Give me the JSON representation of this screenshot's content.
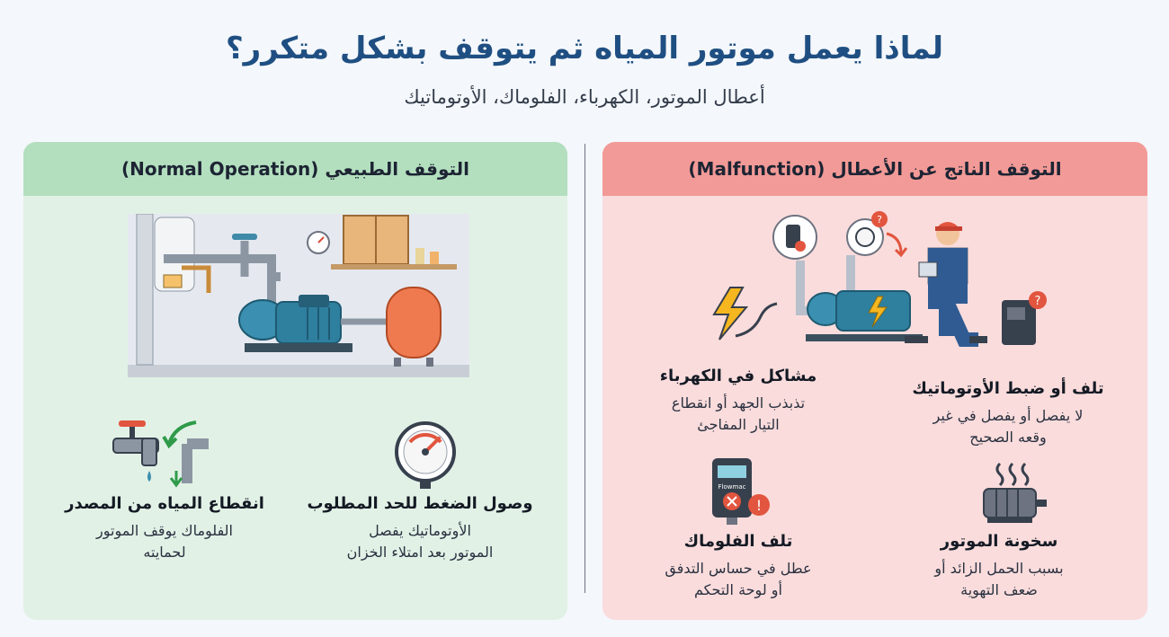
{
  "header": {
    "title": "لماذا يعمل موتور المياه ثم يتوقف بشكل متكرر؟",
    "subtitle": "أعطال الموتور، الكهرباء، الفلوماك، الأوتوماتيك"
  },
  "normal": {
    "heading": "التوقف الطبيعي (Normal Operation)",
    "icons": [
      "pump-room-illustration",
      "pressure-gauge-icon",
      "faucet-pipe-icon"
    ],
    "items": [
      {
        "title": "وصول الضغط للحد المطلوب",
        "desc": [
          "الأوتوماتيك يفصل",
          "الموتور بعد امتلاء الخزان"
        ]
      },
      {
        "title": "انقطاع المياه من المصدر",
        "desc": [
          "الفلوماك يوقف الموتور",
          "لحمايته"
        ]
      }
    ]
  },
  "malfunction": {
    "heading": "التوقف الناتج عن الأعطال (Malfunction)",
    "icons": [
      "technician-illustration",
      "lightning-icon",
      "flowmac-device-icon",
      "hot-motor-icon"
    ],
    "device_label": "Flowmac",
    "items": [
      {
        "title": "مشاكل في الكهرباء",
        "desc": [
          "تذبذب الجهد أو انقطاع",
          "التيار المفاجئ"
        ]
      },
      {
        "title": "تلف أو ضبط الأوتوماتيك",
        "desc": [
          "لا يفصل أو يفصل في غير",
          "وقعه الصحيح"
        ]
      },
      {
        "title": "تلف الفلوماك",
        "desc": [
          "عطل في حساس التدفق",
          "أو لوحة التحكم"
        ]
      },
      {
        "title": "سخونة الموتور",
        "desc": [
          "بسبب الحمل الزائد أو",
          "ضعف التهوية"
        ]
      }
    ]
  },
  "colors": {
    "title": "#1f4f82",
    "normal_header": "#b3dfbf",
    "normal_panel": "#e2f1e6",
    "malfunction_header": "#f29a97",
    "malfunction_panel": "#fadcdc",
    "pump": "#3b8fb0",
    "tank": "#f07a4f"
  }
}
